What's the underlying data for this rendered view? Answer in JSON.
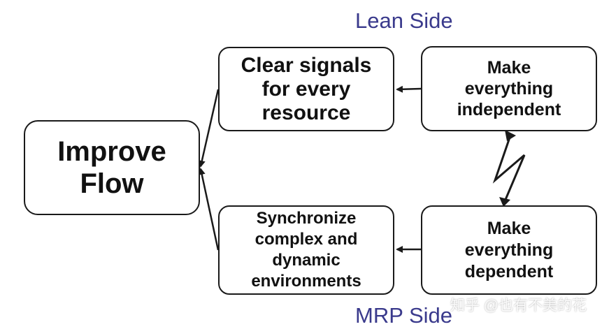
{
  "diagram": {
    "center_box": "Improve\nFlow",
    "lean_label": "Lean Side",
    "mrp_label": "MRP Side",
    "top_middle_box": "Clear signals\nfor every\nresource",
    "top_right_box": "Make\neverything\nindependent",
    "bottom_middle_box": "Synchronize\ncomplex and\ndynamic\nenvironments",
    "bottom_right_box": "Make\neverything\ndependent"
  },
  "watermark": "知乎 @也有不美的花",
  "colors": {
    "label": "#3a3a8c",
    "border": "#1a1a1a",
    "text": "#111111"
  },
  "icons": [
    "lightning-bolt-icon",
    "arrow-icon"
  ]
}
